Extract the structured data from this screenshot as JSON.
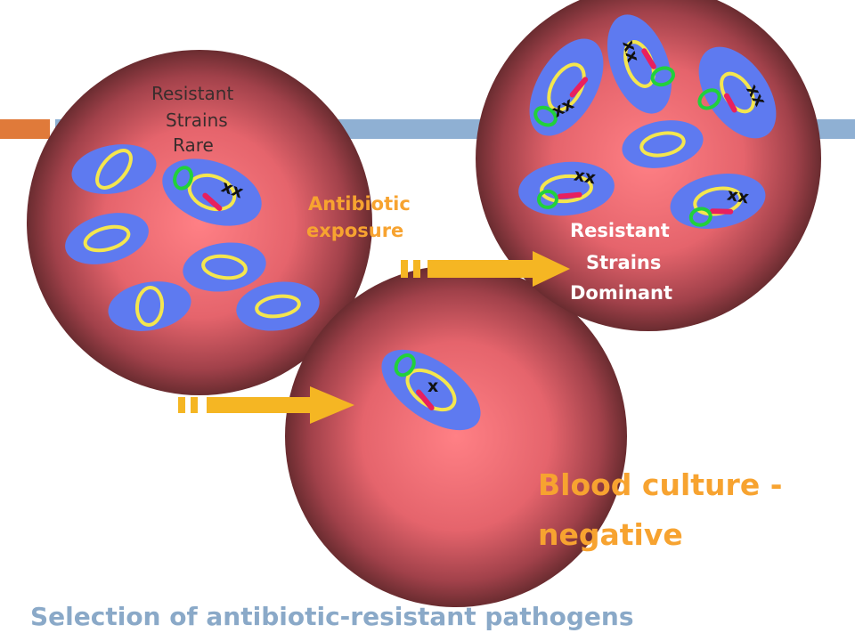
{
  "labels": {
    "resistant_rare": [
      "Resistant",
      "Strains",
      "Rare"
    ],
    "antibiotic_exposure": [
      "Antibiotic",
      "exposure"
    ],
    "resistant_dominant": [
      "Resistant",
      "Strains",
      "Dominant"
    ],
    "blood_culture": [
      "Blood culture -",
      "negative"
    ],
    "footer": "Selection of antibiotic-resistant pathogens"
  },
  "markers": {
    "double": "xx",
    "single": "x"
  },
  "colors": {
    "accent_bar": "#8fb0d3",
    "accent_square": "#e07a3a",
    "sphere_center": "#ff7a80",
    "sphere_edge": "#6a2c30",
    "bacterium": "#5e7af0",
    "plasmid": "#f4e64e",
    "resistance_gene": "#e8205e",
    "ring": "#21d13b",
    "arrow": "#f5b623",
    "highlight_text": "#f7a330",
    "footer_text": "#8aa9c8"
  }
}
